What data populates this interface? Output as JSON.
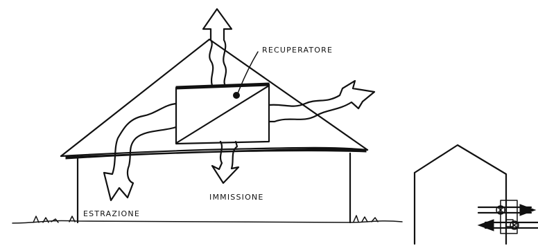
{
  "labels": {
    "recuperatore": "RECUPERATORE",
    "immissione": "IMMISSIONE",
    "estrazione": "ESTRAZIONE"
  }
}
